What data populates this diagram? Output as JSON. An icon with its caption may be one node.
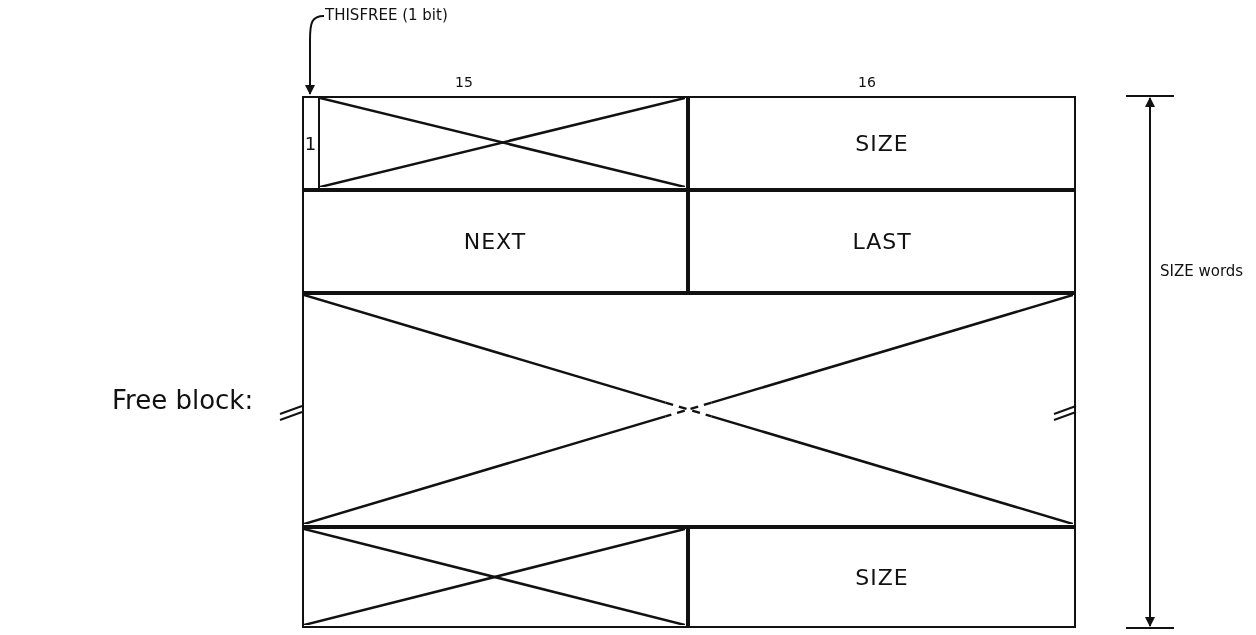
{
  "diagram": {
    "nodes": [
      {
        "text": [
          "THISFREE (1 bit)"
        ]
      },
      {
        "text": [
          "1"
        ]
      },
      {
        "text": [],
        "shape": "box"
      },
      {
        "text": [
          "SIZE"
        ]
      },
      {
        "text": [
          "NEXT"
        ]
      },
      {
        "text": [
          "LAST"
        ]
      },
      {
        "text": [],
        "shape": "box"
      },
      {
        "text": [],
        "shape": "box"
      },
      {
        "text": [
          "SIZE"
        ]
      }
    ],
    "edges": [
      {
        "from": 0,
        "to": 1,
        "arrow": "to"
      }
    ],
    "labels": [
      "15",
      "16",
      "Free block:",
      "SIZE words"
    ]
  }
}
